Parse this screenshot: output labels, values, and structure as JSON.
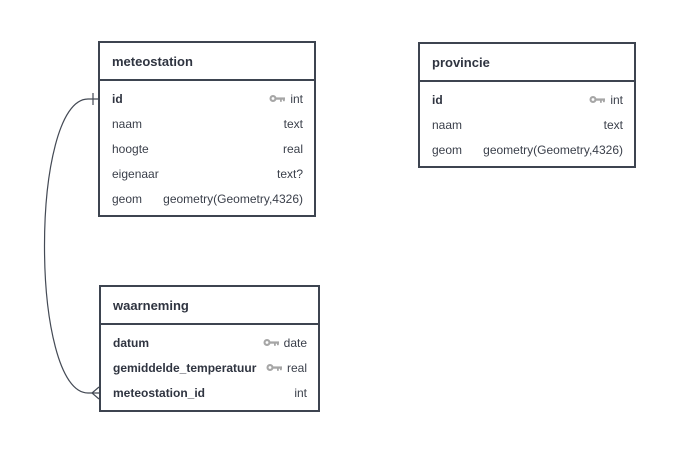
{
  "connector": {
    "color": "#444a55",
    "from": "meteostation.id",
    "from_end": "one",
    "to": "waarneming.meteostation_id",
    "to_end": "many"
  },
  "tables": {
    "meteostation": {
      "title": "meteostation",
      "fields": [
        {
          "name": "id",
          "type": "int",
          "key": true
        },
        {
          "name": "naam",
          "type": "text"
        },
        {
          "name": "hoogte",
          "type": "real"
        },
        {
          "name": "eigenaar",
          "type": "text?"
        },
        {
          "name": "geom",
          "type": "geometry(Geometry,4326)"
        }
      ]
    },
    "provincie": {
      "title": "provincie",
      "fields": [
        {
          "name": "id",
          "type": "int",
          "key": true
        },
        {
          "name": "naam",
          "type": "text"
        },
        {
          "name": "geom",
          "type": "geometry(Geometry,4326)"
        }
      ]
    },
    "waarneming": {
      "title": "waarneming",
      "fields": [
        {
          "name": "datum",
          "type": "date",
          "key": true
        },
        {
          "name": "gemiddelde_temperatuur",
          "type": "real",
          "key": true
        },
        {
          "name": "meteostation_id",
          "type": "int"
        }
      ]
    }
  },
  "colors": {
    "border": "#3d4450",
    "key_icon": "#a6a6a6"
  }
}
